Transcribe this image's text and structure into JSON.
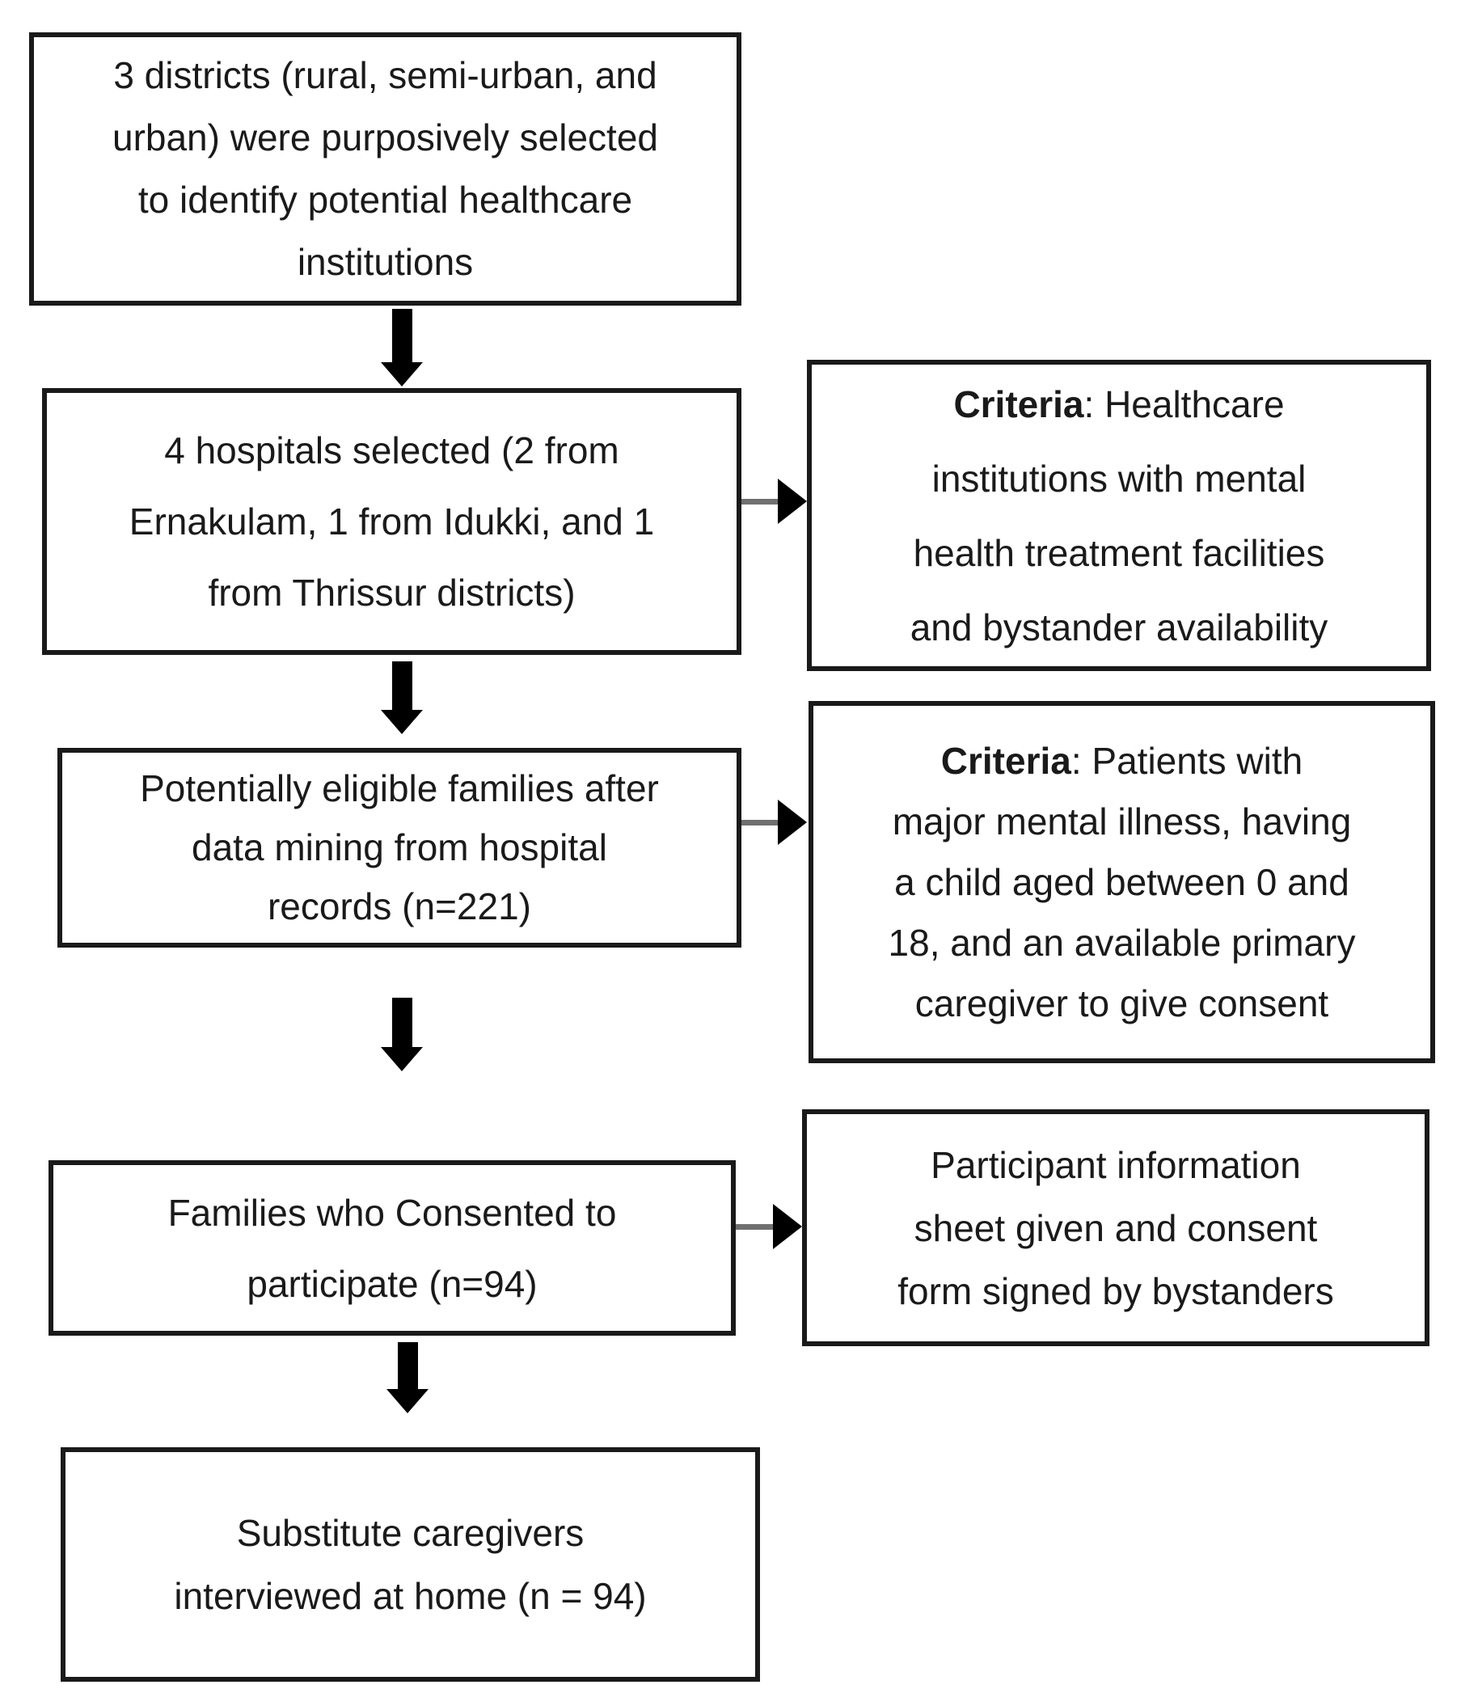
{
  "flowchart": {
    "colors": {
      "background": "#ffffff",
      "border": "#1a1a1a",
      "text": "#1a1a1a",
      "connector_line": "#707070",
      "arrowhead": "#000000"
    },
    "main_steps": [
      {
        "text": "3 districts (rural, semi-urban, and\nurban) were purposively selected\nto identify potential healthcare\ninstitutions"
      },
      {
        "text": "4 hospitals selected (2 from\nErnakulam, 1 from Idukki, and 1\nfrom Thrissur districts)"
      },
      {
        "text": "Potentially eligible families after\ndata mining from hospital\nrecords (n=221)"
      },
      {
        "text": "Families who Consented to\nparticipate (n=94)"
      },
      {
        "text": "Substitute caregivers\ninterviewed at home (n = 94)"
      }
    ],
    "side_notes": [
      {
        "label": "Criteria",
        "text": ": Healthcare\ninstitutions with mental\nhealth treatment facilities\nand bystander availability"
      },
      {
        "label": "Criteria",
        "text": ":  Patients with\nmajor mental illness, having\na child aged between 0 and\n18, and an available primary\ncaregiver to give consent"
      },
      {
        "label": "",
        "text": "Participant information\nsheet given and consent\nform signed by bystanders"
      }
    ]
  }
}
